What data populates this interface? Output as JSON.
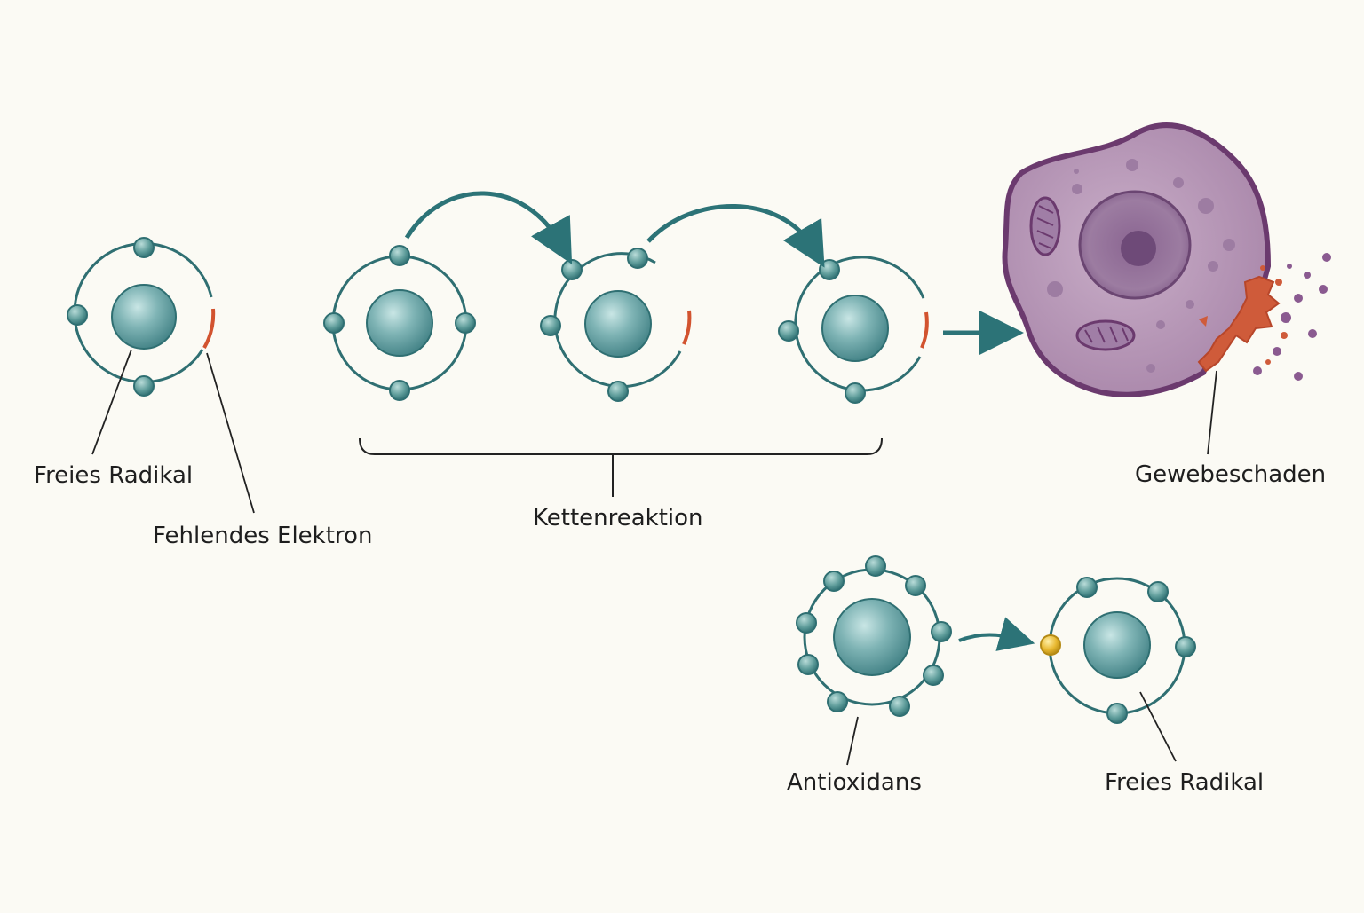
{
  "labels": {
    "free_radical_top": "Freies Radikal",
    "missing_electron": "Fehlendes Elektron",
    "chain_reaction": "Kettenreaktion",
    "tissue_damage": "Gewebeschaden",
    "antioxidant": "Antioxidans",
    "free_radical_bottom": "Freies Radikal"
  },
  "colors": {
    "background": "#fbfaf4",
    "orbit": "#2f6f72",
    "nucleus": "#6fa6a8",
    "electron": "#5e9c9a",
    "missing_electron_marker": "#d2532f",
    "donated_electron": "#e8b830",
    "arrow": "#2c7377",
    "cell_body": "#b99ab8",
    "cell_membrane": "#6b3a6e",
    "nucleus_cell": "#8f6a93",
    "damage": "#cf5b3a"
  }
}
